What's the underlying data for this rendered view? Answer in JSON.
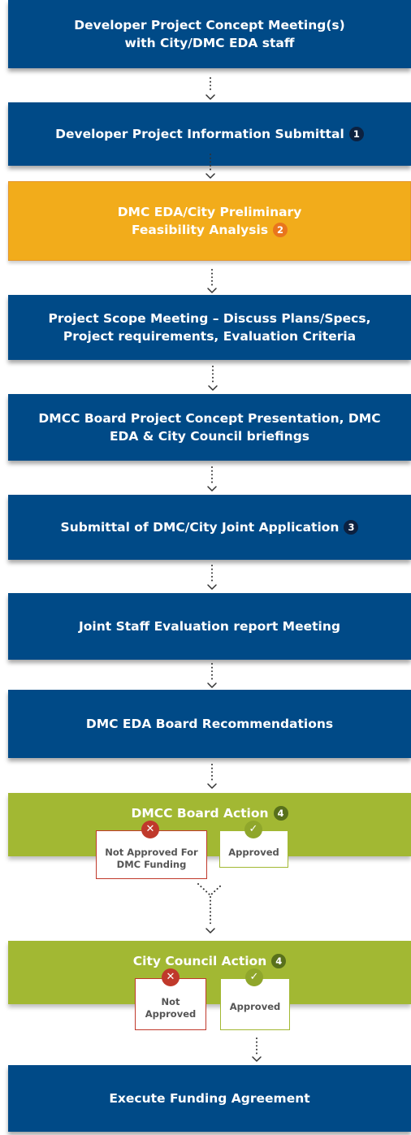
{
  "steps": [
    {
      "line1": "Developer Project Concept Meeting(s)",
      "line2": "with City/DMC EDA staff"
    },
    {
      "label": "Developer Project Information Submittal",
      "number": "1"
    },
    {
      "line1": "DMC EDA/City Preliminary",
      "line2": "Feasibility Analysis",
      "number": "2"
    },
    {
      "line1": "Project Scope Meeting – Discuss Plans/Specs,",
      "line2": "Project requirements, Evaluation Criteria"
    },
    {
      "line1": "DMCC Board Project Concept Presentation, DMC",
      "line2": "EDA & City Council briefings"
    },
    {
      "label": "Submittal of DMC/City Joint Application",
      "number": "3"
    },
    {
      "label": "Joint Staff Evaluation report Meeting"
    },
    {
      "label": "DMC EDA Board Recommendations"
    },
    {
      "label": "DMCC Board Action",
      "number": "4",
      "not_approved": "Not Approved For DMC Funding",
      "approved": "Approved"
    },
    {
      "label": "City Council Action",
      "number": "4",
      "not_approved": "Not Approved",
      "approved": "Approved"
    },
    {
      "label": "Execute Funding Agreement"
    }
  ],
  "colors": {
    "navy": "#004a87",
    "orange": "#f2ac1b",
    "green": "#a2b833",
    "red": "#c0392b"
  },
  "icons": {
    "reject": "x-circle-icon",
    "accept": "check-circle-icon",
    "connector": "dotted-arrow-down-icon"
  }
}
